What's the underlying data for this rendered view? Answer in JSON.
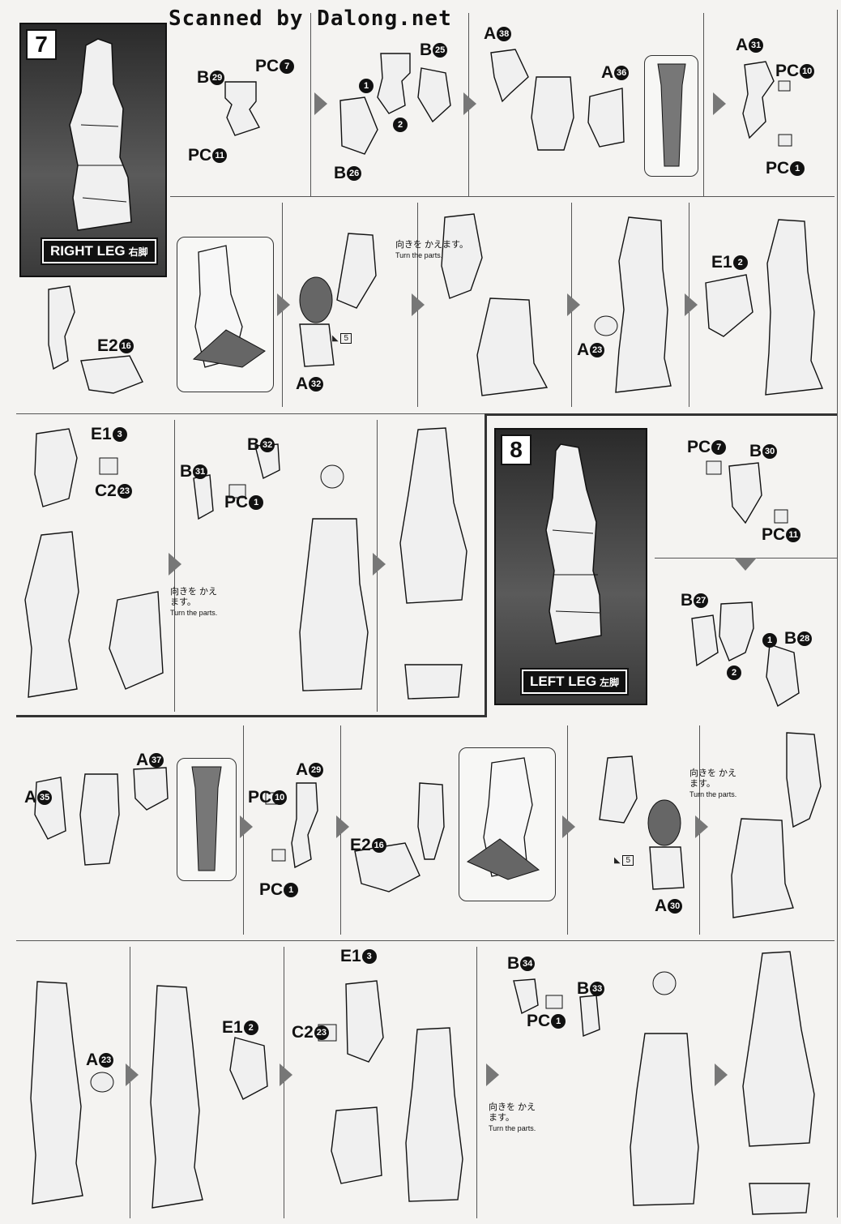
{
  "header": {
    "watermark": "Scanned by Dalong.net"
  },
  "step7": {
    "number": "7",
    "tag_en": "RIGHT LEG",
    "tag_jp": "右脚"
  },
  "step8": {
    "number": "8",
    "tag_en": "LEFT LEG",
    "tag_jp": "左脚"
  },
  "turn_note": {
    "jp": "向きを かえます。",
    "en": "Turn the parts."
  },
  "sticker_ref": "5",
  "labels": {
    "b29": {
      "p": "B",
      "n": "29"
    },
    "pc7a": {
      "p": "PC",
      "n": "7"
    },
    "pc11a": {
      "p": "PC",
      "n": "11"
    },
    "b25": {
      "p": "B",
      "n": "25"
    },
    "b26": {
      "p": "B",
      "n": "26"
    },
    "s1a": {
      "p": "",
      "n": "1"
    },
    "s2a": {
      "p": "",
      "n": "2"
    },
    "a38": {
      "p": "A",
      "n": "38"
    },
    "a36": {
      "p": "A",
      "n": "36"
    },
    "a31": {
      "p": "A",
      "n": "31"
    },
    "pc10a": {
      "p": "PC",
      "n": "10"
    },
    "pc1a": {
      "p": "PC",
      "n": "1"
    },
    "e2_16a": {
      "p": "E2",
      "n": "16"
    },
    "a32": {
      "p": "A",
      "n": "32"
    },
    "a23a": {
      "p": "A",
      "n": "23"
    },
    "e1_2a": {
      "p": "E1",
      "n": "2"
    },
    "e1_3a": {
      "p": "E1",
      "n": "3"
    },
    "c2_23a": {
      "p": "C2",
      "n": "23"
    },
    "b32": {
      "p": "B",
      "n": "32"
    },
    "b31": {
      "p": "B",
      "n": "31"
    },
    "pc1b": {
      "p": "PC",
      "n": "1"
    },
    "pc7b": {
      "p": "PC",
      "n": "7"
    },
    "b30": {
      "p": "B",
      "n": "30"
    },
    "pc11b": {
      "p": "PC",
      "n": "11"
    },
    "b27": {
      "p": "B",
      "n": "27"
    },
    "b28": {
      "p": "B",
      "n": "28"
    },
    "s1b": {
      "p": "",
      "n": "1"
    },
    "s2b": {
      "p": "",
      "n": "2"
    },
    "a37": {
      "p": "A",
      "n": "37"
    },
    "a35": {
      "p": "A",
      "n": "35"
    },
    "a29": {
      "p": "A",
      "n": "29"
    },
    "pc10b": {
      "p": "PC",
      "n": "10"
    },
    "pc1c": {
      "p": "PC",
      "n": "1"
    },
    "e2_16b": {
      "p": "E2",
      "n": "16"
    },
    "a30": {
      "p": "A",
      "n": "30"
    },
    "a23b": {
      "p": "A",
      "n": "23"
    },
    "e1_2b": {
      "p": "E1",
      "n": "2"
    },
    "e1_3b": {
      "p": "E1",
      "n": "3"
    },
    "c2_23b": {
      "p": "C2",
      "n": "23"
    },
    "b34": {
      "p": "B",
      "n": "34"
    },
    "b33": {
      "p": "B",
      "n": "33"
    },
    "pc1d": {
      "p": "PC",
      "n": "1"
    }
  }
}
